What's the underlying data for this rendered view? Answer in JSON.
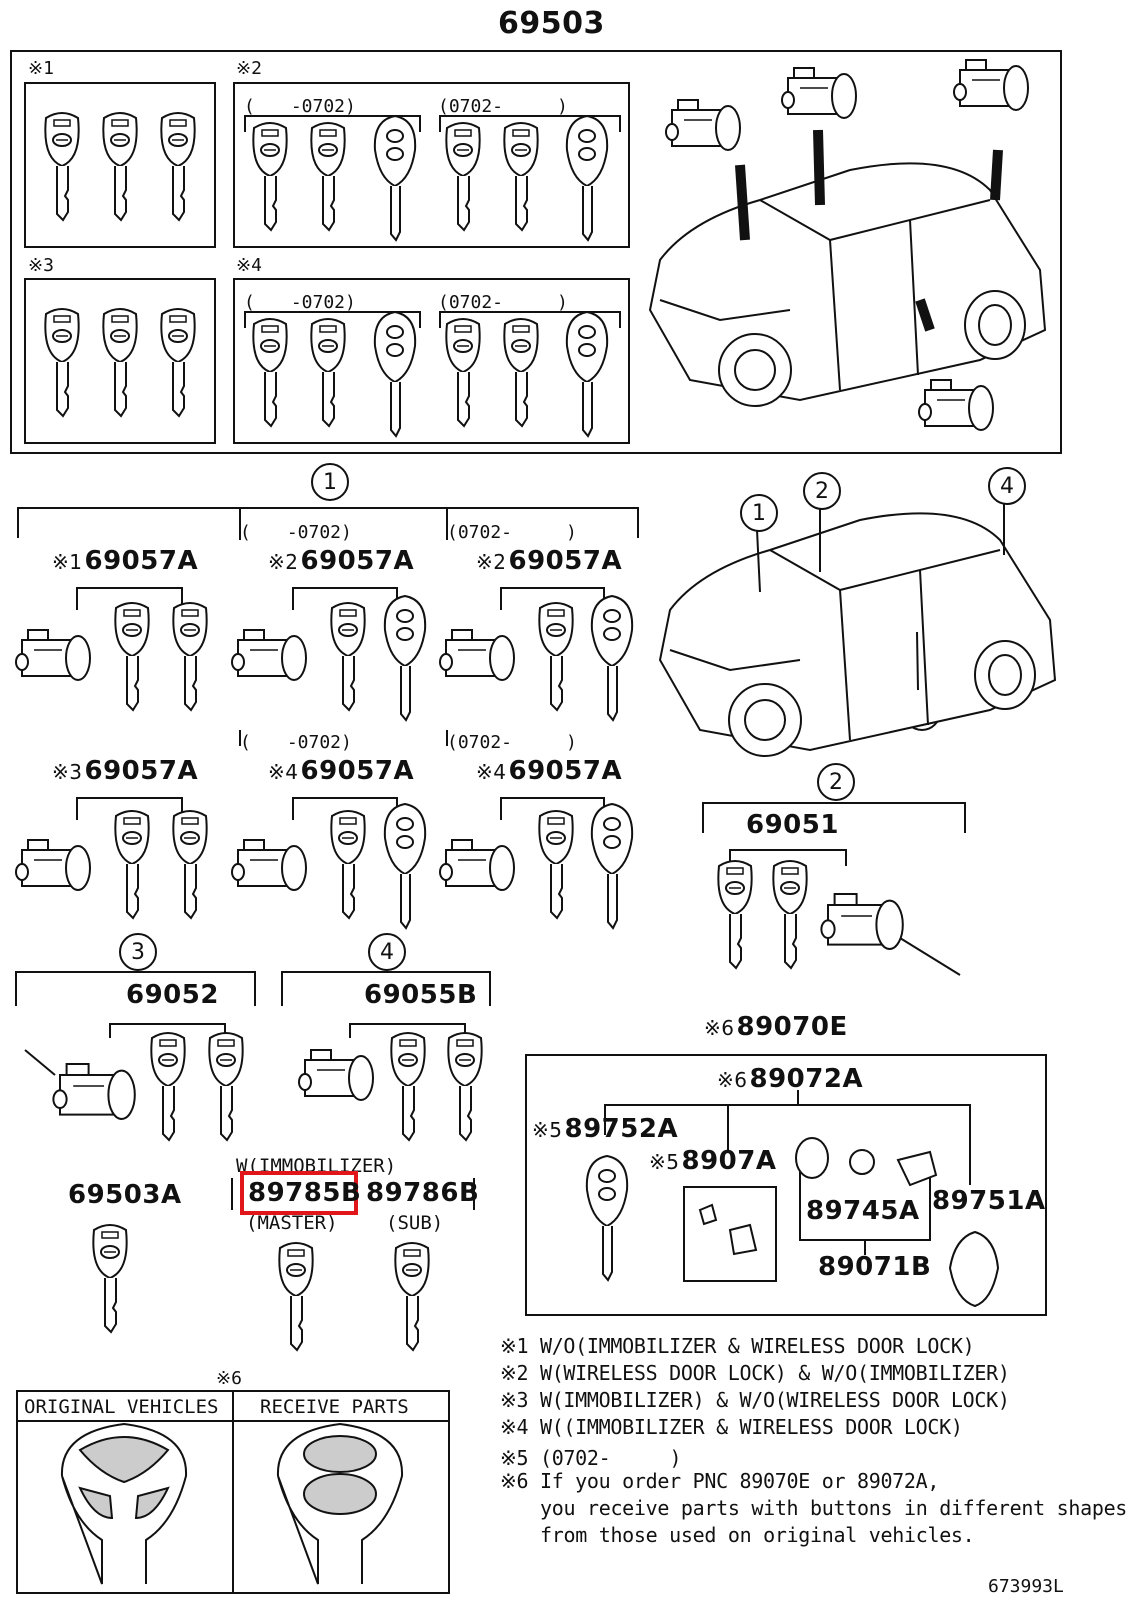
{
  "title": "69503",
  "footer_code": "673993L",
  "marks": {
    "m1": "※1",
    "m2": "※2",
    "m3": "※3",
    "m4": "※4",
    "m5": "※5",
    "m6": "※6"
  },
  "periods": {
    "upto": "(　　-0702)",
    "from": "(0702-　　　)"
  },
  "callouts": [
    "1",
    "2",
    "3",
    "4"
  ],
  "parts": {
    "p69057A": "69057A",
    "p69051": "69051",
    "p69052": "69052",
    "p69055B": "69055B",
    "p69503A": "69503A",
    "p89785B": "89785B",
    "p89786B": "89786B",
    "p89070E": "89070E",
    "p89072A": "89072A",
    "p89752A": "89752A",
    "p8907A": "8907A",
    "p89745A": "89745A",
    "p89751A": "89751A",
    "p89071B": "89071B"
  },
  "labels": {
    "immobilizer": "W(IMMOBILIZER)",
    "master": "(MASTER)",
    "sub": "(SUB)",
    "original": "ORIGINAL VEHICLES",
    "receive": "RECEIVE PARTS"
  },
  "notes": [
    {
      "mark": "※1",
      "text": "W/O(IMMOBILIZER & WIRELESS DOOR LOCK)"
    },
    {
      "mark": "※2",
      "text": "W(WIRELESS DOOR LOCK) & W/O(IMMOBILIZER)"
    },
    {
      "mark": "※3",
      "text": "W(IMMOBILIZER) & W/O(WIRELESS DOOR LOCK)"
    },
    {
      "mark": "※4",
      "text": "W((IMMOBILIZER & WIRELESS DOOR LOCK)"
    },
    {
      "mark": "※5",
      "text": "(0702-　　　)"
    },
    {
      "mark": "※6",
      "text": "If you order PNC 89070E or 89072A,"
    },
    {
      "mark": "",
      "text": "you receive parts with buttons in different shapes"
    },
    {
      "mark": "",
      "text": "from those used on original vehicles."
    }
  ],
  "highlight_color": "#e0161b"
}
